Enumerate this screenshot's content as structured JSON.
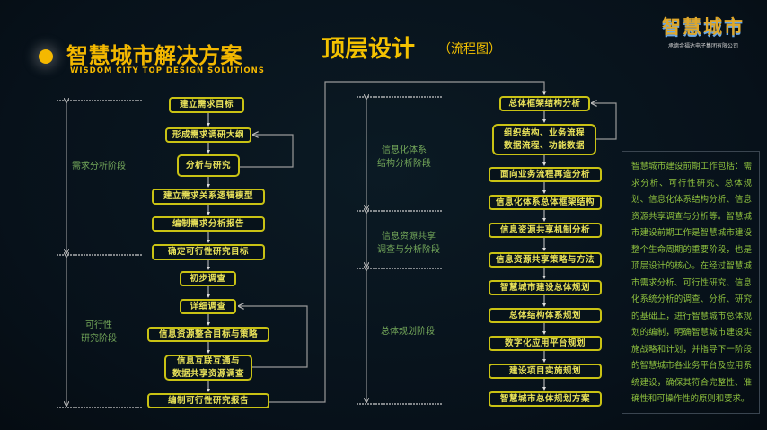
{
  "header": {
    "brand_cn": "智慧城市解决方案",
    "brand_en": "WISDOM CITY TOP DESIGN SOLUTIONS",
    "title": "顶层设计",
    "subtitle": "（流程图）",
    "corp_logo": {
      "name": "智慧城市",
      "sub": "承德金福达电子集团有限公司"
    }
  },
  "left": {
    "stages": [
      "需求分析阶段",
      "可行性研究阶段"
    ],
    "stage_lines": [
      [
        "需求分析阶段"
      ],
      [
        "可行性",
        "研究阶段"
      ]
    ],
    "boxes": [
      "建立需求目标",
      "形成需求调研大纲",
      "分析与研究",
      "建立需求关系逻辑模型",
      "编制需求分析报告",
      "确定可行性研究目标",
      "初步调查",
      "详细调查",
      "信息资源整合目标与策略",
      "信息互联互通与",
      "数据共享资源调查",
      "编制可行性研究报告"
    ]
  },
  "right": {
    "stages": [
      "信息化体系",
      "结构分析阶段",
      "信息资源共享",
      "调查与分析阶段",
      "总体规划阶段"
    ],
    "boxes": [
      "总体框架结构分析",
      "组织结构、业务流程",
      "数据流程、功能数据",
      "面向业务流程再造分析",
      "信息化体系总体框架结构",
      "信息资源共享机制分析",
      "信息资源共享策略与方法",
      "智慧城市建设总体规划",
      "总体结构体系规划",
      "数字化应用平台规划",
      "建设项目实施规划",
      "智慧城市总体规划方案"
    ]
  },
  "panel": {
    "text": "智慧城市建设前期工作包括：需求分析、可行性研究、总体规划、信息化体系结构分析、信息资源共享调查与分析等。智慧城市建设前期工作是智慧城市建设整个生命周期的重要阶段，也是顶层设计的核心。在经过智慧城市需求分析、可行性研究、信息化系统分析的调查、分析、研究的基础上，进行智慧城市总体规划的编制，明确智慧城市建设实施战略和计划，并指导下一阶段的智慧城市各业务平台及应用系统建设，确保其符合完整性、准确性和可操作性的原则和要求。"
  },
  "colors": {
    "accent": "#f4b800",
    "box_border": "#c9c214",
    "box_text": "#e9e25a",
    "stage_text": "#74a85a",
    "panel_text": "#8fc23e"
  }
}
